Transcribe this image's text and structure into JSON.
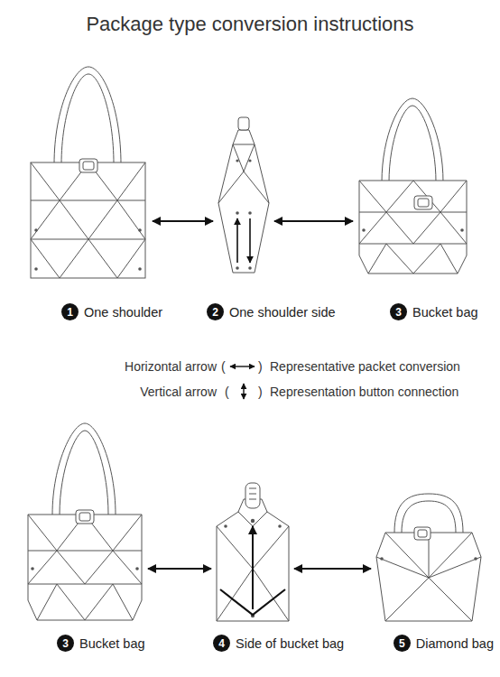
{
  "diagram": {
    "title": "Package type conversion instructions",
    "nodes": [
      {
        "text": [
          "1",
          "One shoulder"
        ]
      },
      {
        "text": [
          "2",
          "One shoulder side"
        ]
      },
      {
        "text": [
          "3",
          "Bucket bag"
        ]
      },
      {
        "text": [
          "3",
          "Bucket bag"
        ]
      },
      {
        "text": [
          "4",
          "Side of bucket bag"
        ]
      },
      {
        "text": [
          "5",
          "Diamond bag"
        ]
      }
    ],
    "edges": [
      {
        "from": 0,
        "to": 1,
        "arrow": "both"
      },
      {
        "from": 1,
        "to": 2,
        "arrow": "both"
      },
      {
        "from": 3,
        "to": 4,
        "arrow": "both"
      },
      {
        "from": 4,
        "to": 5,
        "arrow": "both"
      }
    ],
    "labels": [
      "(",
      ")",
      "Representative packet conversion",
      "(",
      ")",
      "Representation button connection"
    ],
    "legend": [
      {
        "text": "Horizontal arrow"
      },
      {
        "text": "Vertical arrow"
      }
    ]
  }
}
